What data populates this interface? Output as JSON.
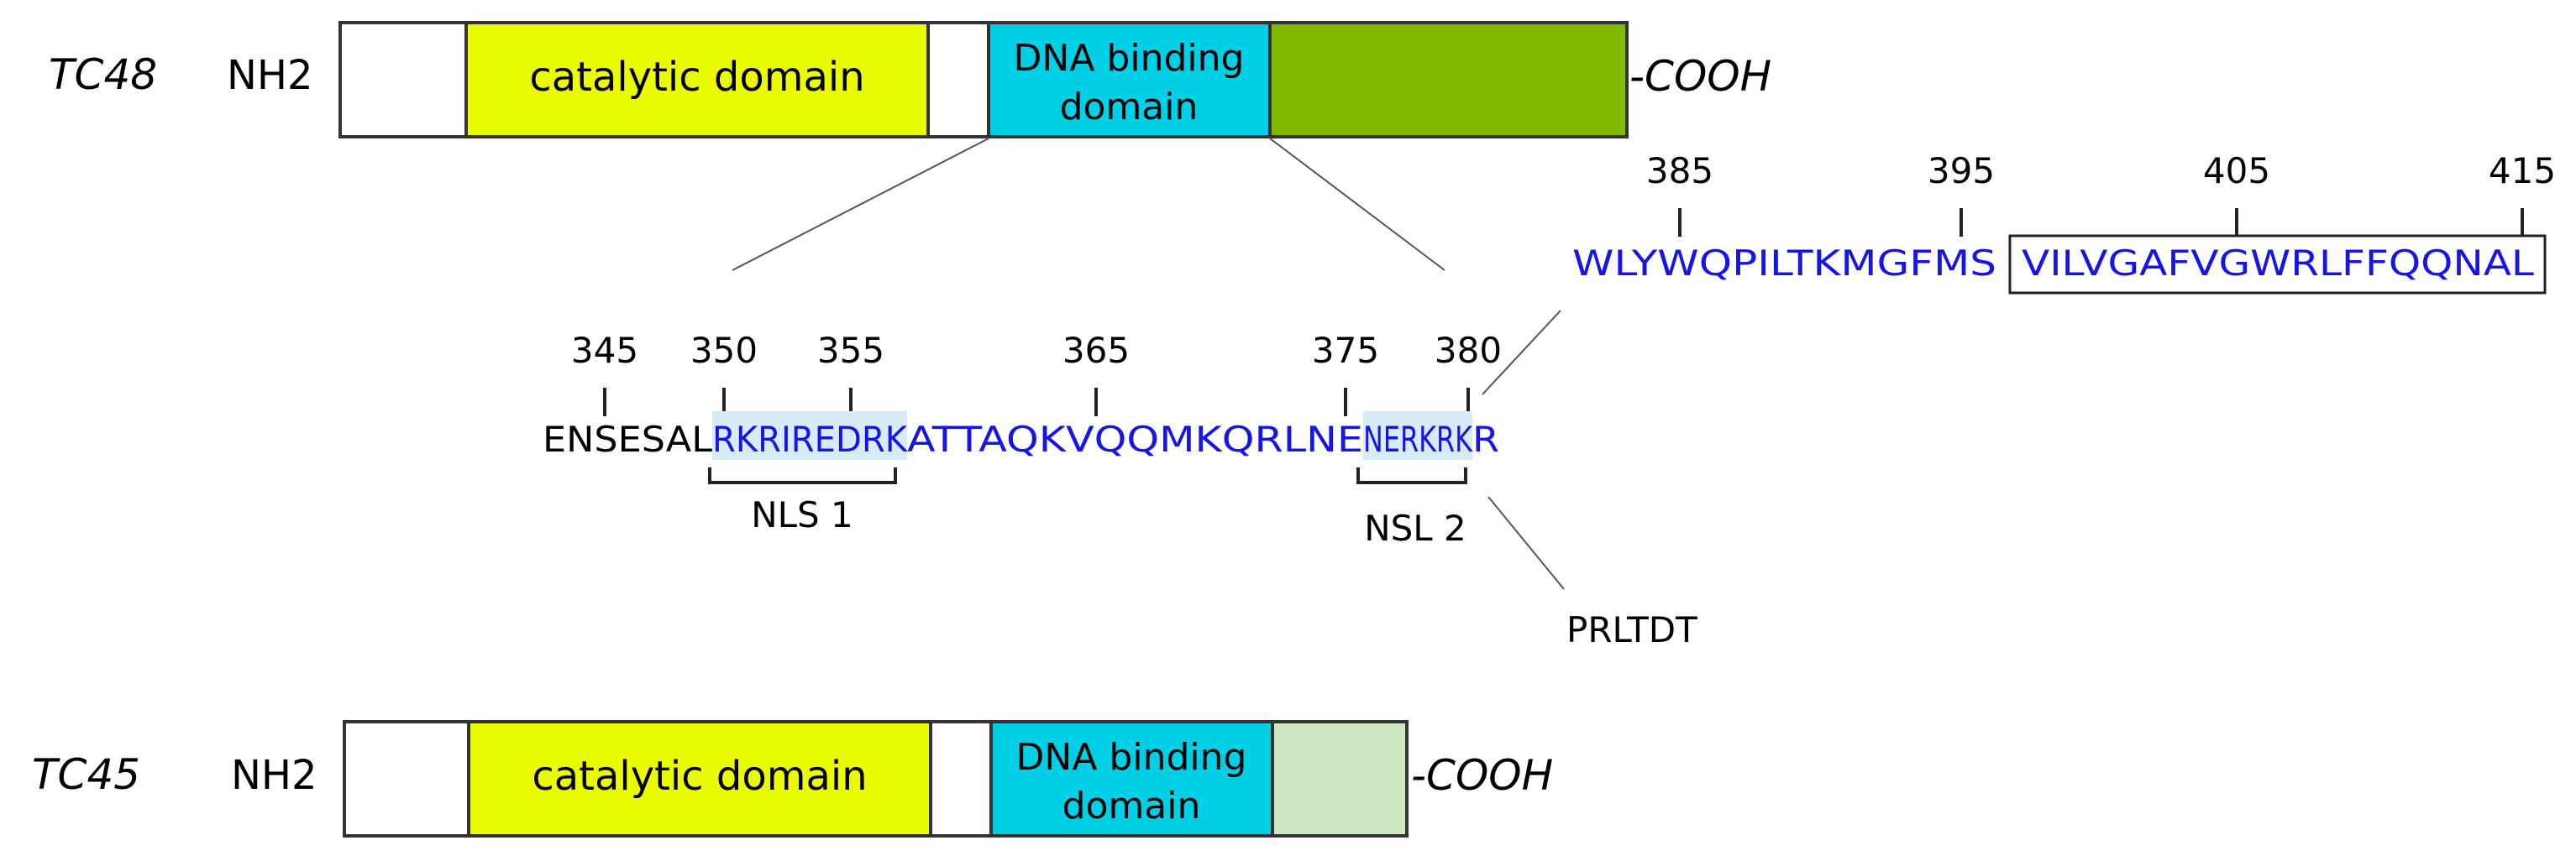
{
  "tc48": {
    "name": "TC48",
    "nterm": "NH2",
    "cterm": "-COOH",
    "catalytic": "catalytic domain",
    "dna_line1": "DNA binding",
    "dna_line2": "domain"
  },
  "tc45": {
    "name": "TC45",
    "nterm": "NH2",
    "cterm": "-COOH",
    "catalytic": "catalytic domain",
    "dna_line1": "DNA binding",
    "dna_line2": "domain"
  },
  "middle": {
    "positions": [
      "345",
      "350",
      "355",
      "365",
      "375",
      "380"
    ],
    "prefix": "ENSESAL",
    "nls1_seq": "RKRIREDRK",
    "linker_seq": "ATTAQKVQQMKQRLNE",
    "nsl2_seq": "NERKRK",
    "end_residue": "R",
    "nls1_label": "NLS 1",
    "nsl2_label": "NSL 2",
    "tail_seq": "PRLTDT"
  },
  "top_right": {
    "positions": [
      "385",
      "395",
      "405",
      "415"
    ],
    "seq1": "WLYWQPILTKMGFMS",
    "seq2": "VILVGAFVGWRLFFQQNAL"
  },
  "colors": {
    "catalytic": "#ecfc00",
    "dna_binding": "#00cfe6",
    "tc48_cterm": "#7fba00",
    "tc45_cterm": "#cfe8c4",
    "nls_highlight": "#d8ecf8",
    "sequence_blue": "#1515e8"
  }
}
